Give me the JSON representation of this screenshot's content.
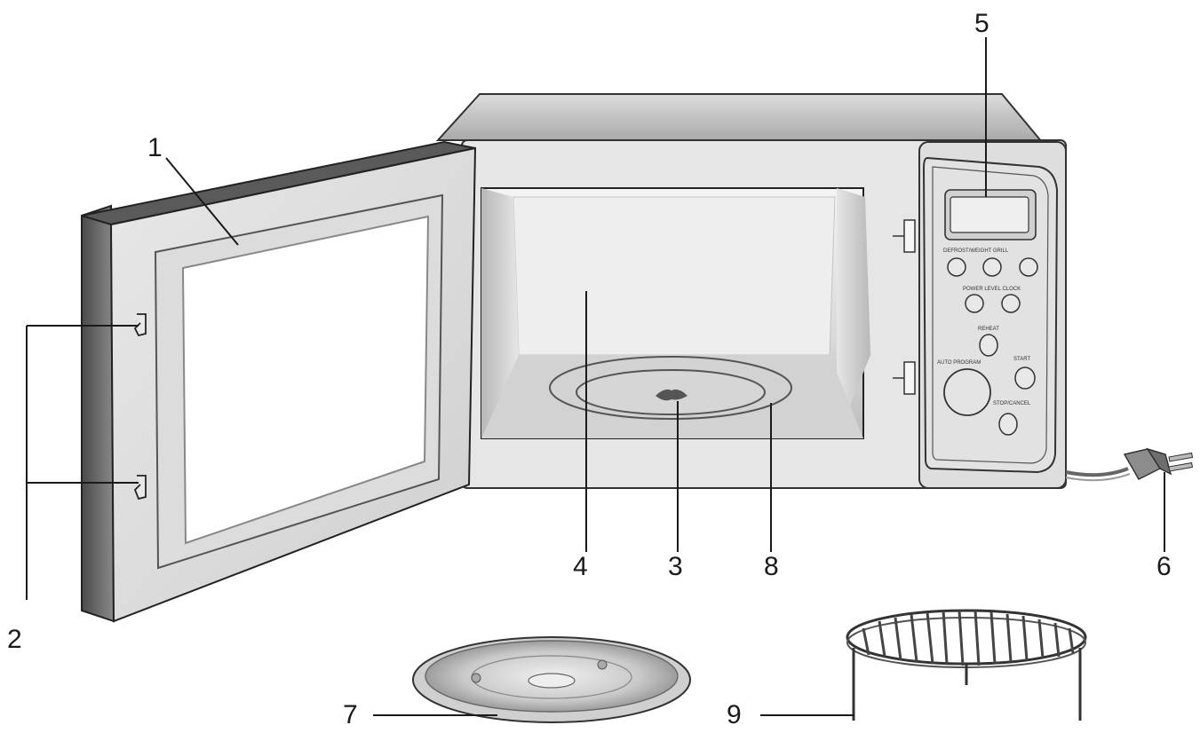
{
  "callouts": {
    "door_window": "1",
    "door_hooks": "2",
    "coupler": "3",
    "cavity": "4",
    "control_panel": "5",
    "power_cord": "6",
    "glass_tray": "7",
    "roller_ring": "8",
    "grill_rack": "9"
  },
  "panel": {
    "row1_label": "DEFROST/WEIGHT  GRILL",
    "row2_label": "POWER LEVEL  CLOCK",
    "row3_label": "REHEAT",
    "program_label": "AUTO\nPROGRAM",
    "start_label": "START",
    "stop_label": "STOP/CANCEL"
  }
}
